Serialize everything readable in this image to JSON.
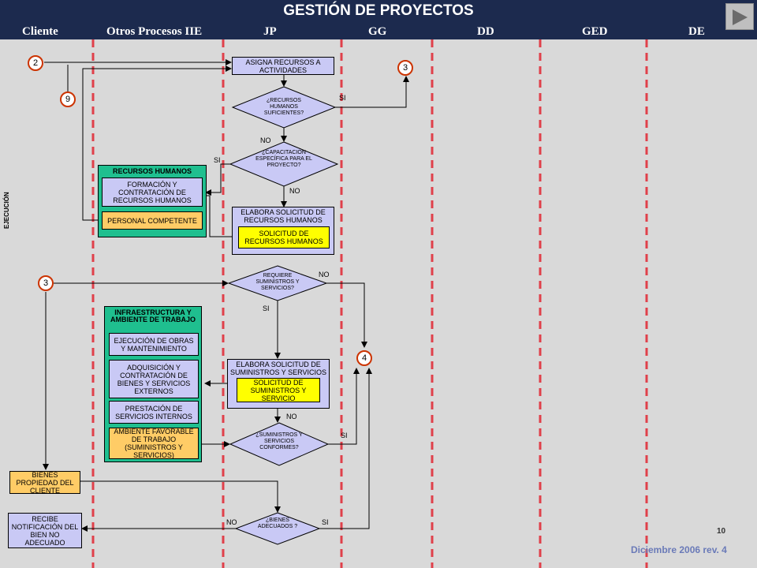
{
  "title": "GESTIÓN DE PROYECTOS",
  "columns": [
    "Cliente",
    "Otros Procesos IIE",
    "JP",
    "GG",
    "DD",
    "GED",
    "DE"
  ],
  "side_label": "EJECUCIÓN",
  "connectors": {
    "c2": "2",
    "c9": "9",
    "c3a": "3",
    "c3b": "3",
    "c4": "4"
  },
  "nodes": {
    "asigna": "ASIGNA RECURSOS A ACTIVIDADES",
    "rec_humanos_q": "¿RECURSOS HUMANOS SUFICIENTES?",
    "capacitacion_q": "¿CAPACITACIÓN ESPECÍFICA PARA EL PROYECTO?",
    "rh_group": "RECURSOS HUMANOS",
    "formacion": "FORMACIÓN Y CONTRATACIÓN DE RECURSOS HUMANOS",
    "personal": "PERSONAL COMPETENTE",
    "elabora_rh": "ELABORA SOLICITUD DE RECURSOS HUMANOS",
    "solicitud_rh": "SOLICITUD DE RECURSOS HUMANOS",
    "requiere_q": "REQUIERE SUMINISTROS Y SERVICIOS?",
    "infra_group": "INFRAESTRUCTURA Y AMBIENTE DE TRABAJO",
    "ejecucion_obras": "EJECUCIÓN DE OBRAS Y MANTENIMIENTO",
    "adquisicion": "ADQUISICIÓN Y CONTRATACIÓN DE BIENES Y SERVICIOS EXTERNOS",
    "prestacion": "PRESTACIÓN DE SERVICIOS INTERNOS",
    "ambiente": "AMBIENTE FAVORABLE DE TRABAJO (SUMINISTROS Y SERVICIOS)",
    "elabora_sum": "ELABORA SOLICITUD DE SUMINISTROS Y SERVICIOS",
    "solicitud_sum": "SOLICITUD DE SUMINISTROS Y SERVICIO",
    "suministros_q": "¿SUMINISTROS Y SERVICIOS CONFORMES?",
    "bienes_prop": "BIENES PROPIEDAD DEL CLIENTE",
    "bienes_q": "¿BIENES ADECUADOS ?",
    "recibe": "RECIBE NOTIFICACIÓN DEL BIEN NO ADECUADO"
  },
  "labels": {
    "si1": "SI",
    "no1": "NO",
    "si2": "SI",
    "no2": "NO",
    "no3": "NO",
    "si3": "SI",
    "no4": "NO",
    "si4": "SI",
    "no5": "NO",
    "si5": "SI"
  },
  "page_number": "10",
  "footer_date": "Diciembre 2006  rev. 4",
  "colors": {
    "header": "#1c2a4e",
    "lane_divider": "#e0404a",
    "process_box": "#c9c9f5",
    "document": "#ffff00",
    "output": "#ffcc66",
    "group": "#1fbf8f",
    "connector_border": "#cc3300"
  }
}
